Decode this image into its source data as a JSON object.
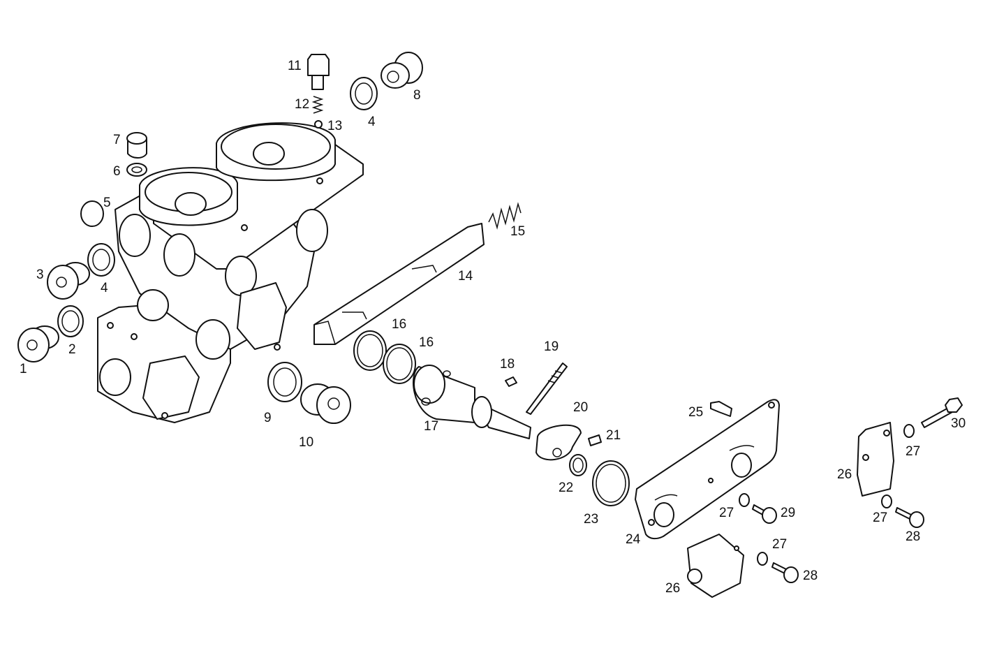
{
  "diagram": {
    "callouts": [
      {
        "id": "c1",
        "text": "1"
      },
      {
        "id": "c2",
        "text": "2"
      },
      {
        "id": "c3",
        "text": "3"
      },
      {
        "id": "c4a",
        "text": "4"
      },
      {
        "id": "c4b",
        "text": "4"
      },
      {
        "id": "c5",
        "text": "5"
      },
      {
        "id": "c6",
        "text": "6"
      },
      {
        "id": "c7",
        "text": "7"
      },
      {
        "id": "c8",
        "text": "8"
      },
      {
        "id": "c9",
        "text": "9"
      },
      {
        "id": "c10",
        "text": "10"
      },
      {
        "id": "c11",
        "text": "11"
      },
      {
        "id": "c12",
        "text": "12"
      },
      {
        "id": "c13",
        "text": "13"
      },
      {
        "id": "c14",
        "text": "14"
      },
      {
        "id": "c15",
        "text": "15"
      },
      {
        "id": "c16a",
        "text": "16"
      },
      {
        "id": "c16b",
        "text": "16"
      },
      {
        "id": "c17",
        "text": "17"
      },
      {
        "id": "c18",
        "text": "18"
      },
      {
        "id": "c19",
        "text": "19"
      },
      {
        "id": "c20",
        "text": "20"
      },
      {
        "id": "c21",
        "text": "21"
      },
      {
        "id": "c22",
        "text": "22"
      },
      {
        "id": "c23",
        "text": "23"
      },
      {
        "id": "c24",
        "text": "24"
      },
      {
        "id": "c25",
        "text": "25"
      },
      {
        "id": "c26a",
        "text": "26"
      },
      {
        "id": "c26b",
        "text": "26"
      },
      {
        "id": "c27a",
        "text": "27"
      },
      {
        "id": "c27b",
        "text": "27"
      },
      {
        "id": "c27c",
        "text": "27"
      },
      {
        "id": "c27d",
        "text": "27"
      },
      {
        "id": "c28a",
        "text": "28"
      },
      {
        "id": "c28b",
        "text": "28"
      },
      {
        "id": "c29",
        "text": "29"
      },
      {
        "id": "c30",
        "text": "30"
      }
    ],
    "colors": {
      "line": "#111111",
      "background": "#ffffff"
    }
  }
}
